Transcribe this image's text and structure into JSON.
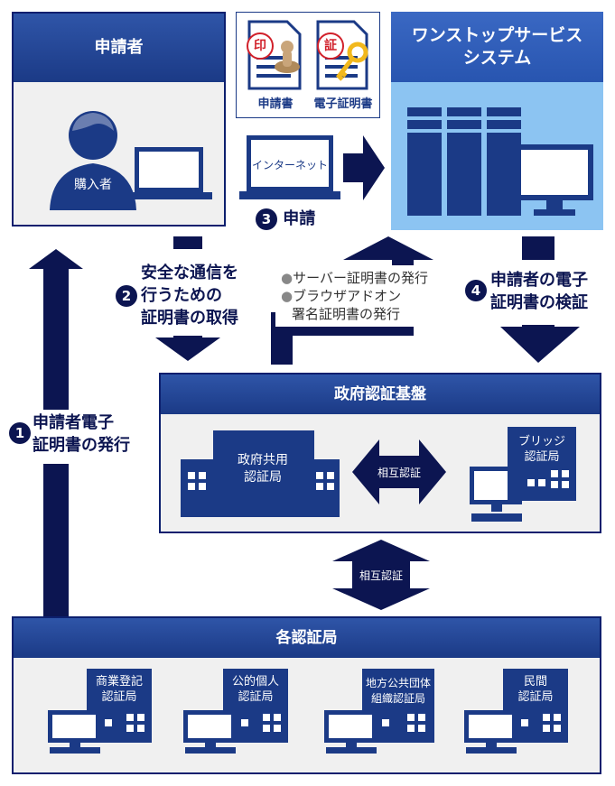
{
  "applicant": {
    "title": "申請者",
    "person_label": "購入者"
  },
  "documents": {
    "application": "申請書",
    "certificate": "電子証明書",
    "stamp_glyph": "印",
    "cert_glyph": "証"
  },
  "internet": {
    "label": "インターネット"
  },
  "one_stop": {
    "title_line1": "ワンストップサービス",
    "title_line2": "システム"
  },
  "steps": [
    {
      "num": "1",
      "line1": "申請者電子",
      "line2": "証明書の発行"
    },
    {
      "num": "2",
      "line1": "安全な通信を",
      "line2": "行うための",
      "line3": "証明書の取得"
    },
    {
      "num": "3",
      "line1": "申請"
    },
    {
      "num": "4",
      "line1": "申請者の電子",
      "line2": "証明書の検証"
    }
  ],
  "issuance_notes": {
    "bullet1": "サーバー証明書の発行",
    "bullet2_line1": "ブラウザアドオン",
    "bullet2_line2": "署名証明書の発行"
  },
  "gov_auth": {
    "title": "政府認証基盤",
    "shared_line1": "政府共用",
    "shared_line2": "認証局",
    "bridge_line1": "ブリッジ",
    "bridge_line2": "認証局",
    "mutual": "相互認証"
  },
  "mutual_between": "相互認証",
  "cas": {
    "title": "各認証局",
    "items": [
      {
        "line1": "商業登記",
        "line2": "認証局"
      },
      {
        "line1": "公的個人",
        "line2": "認証局"
      },
      {
        "line1": "地方公共団体",
        "line2": "組織認証局"
      },
      {
        "line1": "民間",
        "line2": "認証局"
      }
    ]
  },
  "colors": {
    "navy": "#0c1551",
    "blue": "#1b3a86",
    "light_blue": "#8cc4f2",
    "panel": "#f0f0f0"
  }
}
